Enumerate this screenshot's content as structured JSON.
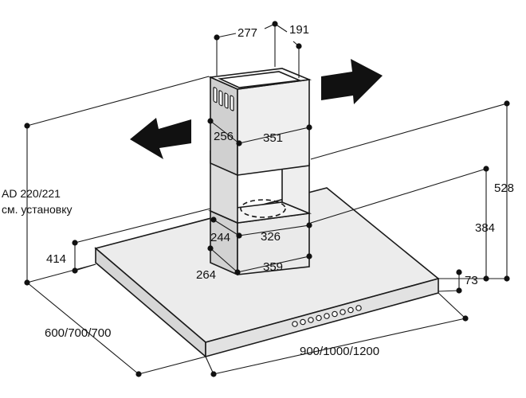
{
  "dimensions": {
    "d277": "277",
    "d191": "191",
    "d256": "256",
    "d351": "351",
    "d244": "244",
    "d326": "326",
    "d264": "264",
    "d359": "359",
    "d414": "414",
    "d528": "528",
    "d384": "384",
    "d73": "73",
    "width": "600/700/700",
    "length": "900/1000/1200"
  },
  "notes": {
    "line1": "AD 220/221",
    "line2": "см. установку"
  },
  "colors": {
    "line": "#1a1a1a",
    "steel": "#ececec",
    "steel_dark": "#c8c8c8",
    "arrow": "#111111"
  }
}
